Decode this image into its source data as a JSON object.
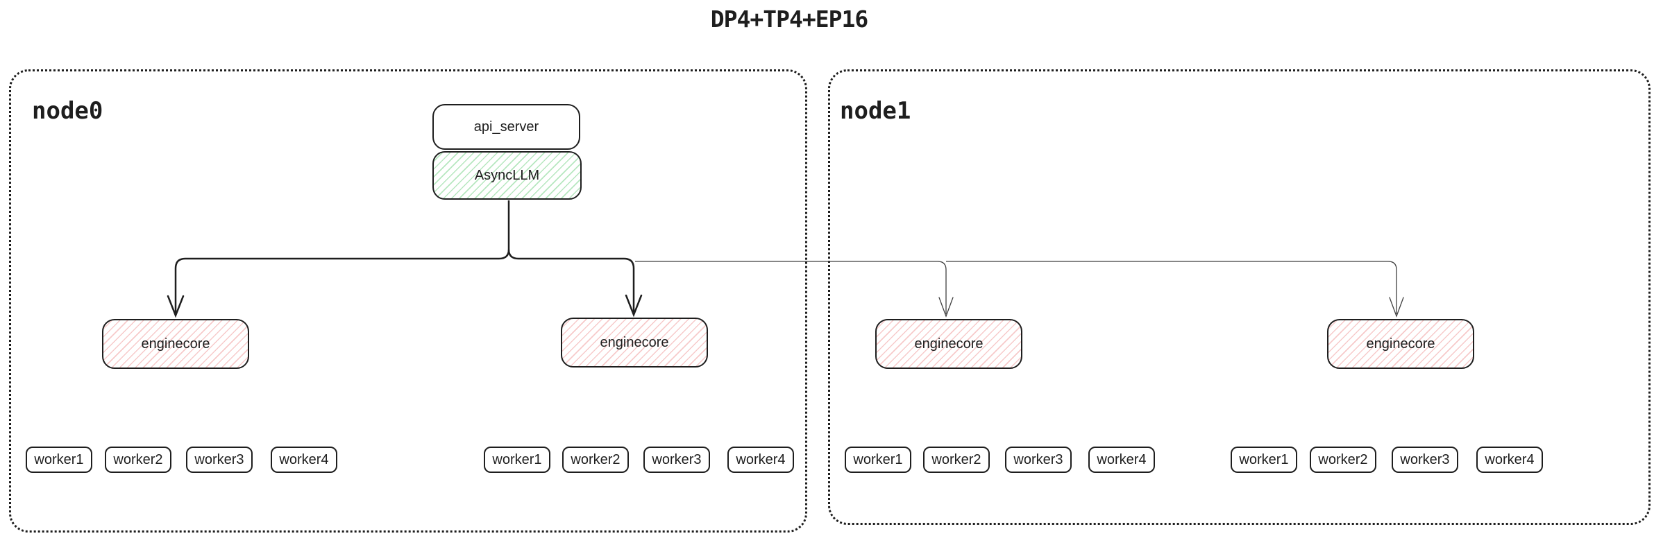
{
  "title": "DP4+TP4+EP16",
  "node0": {
    "label": "node0"
  },
  "node1": {
    "label": "node1"
  },
  "api_server": {
    "label": "api_server"
  },
  "async_llm": {
    "label": "AsyncLLM"
  },
  "enginecores": [
    "enginecore",
    "enginecore",
    "enginecore",
    "enginecore"
  ],
  "worker_groups": [
    [
      "worker1",
      "worker2",
      "worker3",
      "worker4"
    ],
    [
      "worker1",
      "worker2",
      "worker3",
      "worker4"
    ],
    [
      "worker1",
      "worker2",
      "worker3",
      "worker4"
    ],
    [
      "worker1",
      "worker2",
      "worker3",
      "worker4"
    ]
  ],
  "colors": {
    "stroke": "#1e1e1e",
    "green_hatch": "#40c057",
    "red_hatch": "#e03131",
    "thin_line": "#3f3f3f"
  }
}
